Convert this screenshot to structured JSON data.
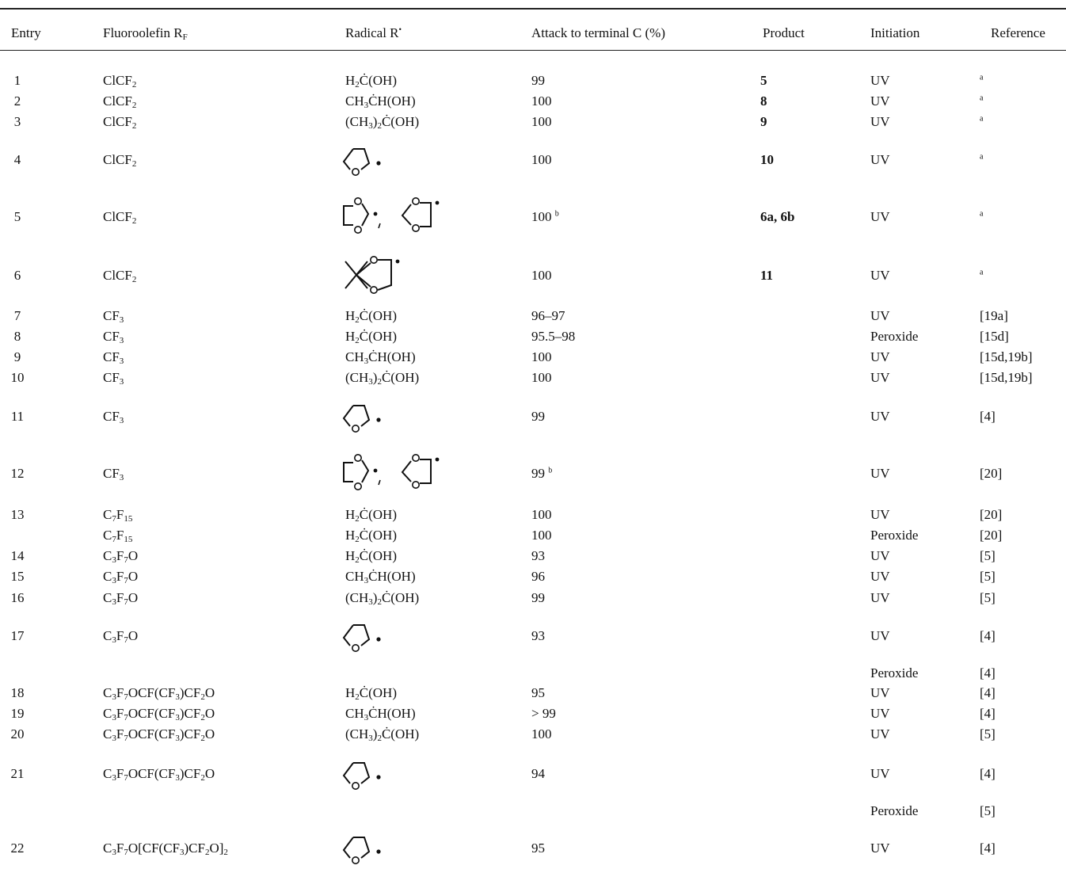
{
  "headers": {
    "entry": "Entry",
    "rf": "Fluoroolefin R",
    "rf_sub": "F",
    "radical": "Radical R",
    "radical_sup": "•",
    "attack": "Attack to terminal C (%)",
    "product": "Product",
    "initiation": "Initiation",
    "reference": "Reference"
  },
  "rows": [
    {
      "entry": "1",
      "rf_html": "ClCF<sub>2</sub>",
      "rad_html": "H<sub>2</sub>Ċ(OH)",
      "attack": "99",
      "product": "5",
      "init": "UV",
      "ref_html": "<sup>a</sup>"
    },
    {
      "entry": "2",
      "rf_html": "ClCF<sub>2</sub>",
      "rad_html": "CH<sub>3</sub>ĊH(OH)",
      "attack": "100",
      "product": "8",
      "init": "UV",
      "ref_html": "<sup>a</sup>"
    },
    {
      "entry": "3",
      "rf_html": "ClCF<sub>2</sub>",
      "rad_html": "(CH<sub>3</sub>)<sub>2</sub>Ċ(OH)",
      "attack": "100",
      "product": "9",
      "init": "UV",
      "ref_html": "<sup>a</sup>"
    },
    {
      "entry": "4",
      "rf_html": "ClCF<sub>2</sub>",
      "rad_mol": "thf",
      "attack": "100",
      "product": "10",
      "init": "UV",
      "ref_html": "<sup>a</sup>"
    },
    {
      "entry": "5",
      "rf_html": "ClCF<sub>2</sub>",
      "rad_mol": "dioxolane",
      "attack": "100",
      "attack_sup": "b",
      "product": "6a, 6b",
      "init": "UV",
      "ref_html": "<sup>a</sup>"
    },
    {
      "entry": "6",
      "rf_html": "ClCF<sub>2</sub>",
      "rad_mol": "dimethyldioxolane",
      "attack": "100",
      "product": "11",
      "init": "UV",
      "ref_html": "<sup>a</sup>"
    },
    {
      "entry": "7",
      "rf_html": "CF<sub>3</sub>",
      "rad_html": "H<sub>2</sub>Ċ(OH)",
      "attack": "96–97",
      "product": "",
      "init": "UV",
      "ref_html": "[19a]"
    },
    {
      "entry": "8",
      "rf_html": "CF<sub>3</sub>",
      "rad_html": "H<sub>2</sub>Ċ(OH)",
      "attack": "95.5–98",
      "product": "",
      "init": "Peroxide",
      "ref_html": "[15d]"
    },
    {
      "entry": "9",
      "rf_html": "CF<sub>3</sub>",
      "rad_html": "CH<sub>3</sub>ĊH(OH)",
      "attack": "100",
      "product": "",
      "init": "UV",
      "ref_html": "[15d,19b]"
    },
    {
      "entry": "10",
      "rf_html": "CF<sub>3</sub>",
      "rad_html": "(CH<sub>3</sub>)<sub>2</sub>Ċ(OH)",
      "attack": "100",
      "product": "",
      "init": "UV",
      "ref_html": "[15d,19b]"
    },
    {
      "entry": "11",
      "rf_html": "CF<sub>3</sub>",
      "rad_mol": "thf",
      "attack": "99",
      "product": "",
      "init": "UV",
      "ref_html": "[4]"
    },
    {
      "entry": "12",
      "rf_html": "CF<sub>3</sub>",
      "rad_mol": "dioxolane",
      "attack": "99",
      "attack_sup": "b",
      "product": "",
      "init": "UV",
      "ref_html": "[20]"
    },
    {
      "entry": "13",
      "rf_html": "C<sub>7</sub>F<sub>15</sub>",
      "rad_html": "H<sub>2</sub>Ċ(OH)",
      "attack": "100",
      "product": "",
      "init": "UV",
      "ref_html": "[20]"
    },
    {
      "entry": "",
      "rf_html": "C<sub>7</sub>F<sub>15</sub>",
      "rad_html": "H<sub>2</sub>Ċ(OH)",
      "attack": "100",
      "product": "",
      "init": "Peroxide",
      "ref_html": "[20]"
    },
    {
      "entry": "14",
      "rf_html": "C<sub>3</sub>F<sub>7</sub>O",
      "rad_html": "H<sub>2</sub>Ċ(OH)",
      "attack": "93",
      "product": "",
      "init": "UV",
      "ref_html": "[5]"
    },
    {
      "entry": "15",
      "rf_html": "C<sub>3</sub>F<sub>7</sub>O",
      "rad_html": "CH<sub>3</sub>ĊH(OH)",
      "attack": "96",
      "product": "",
      "init": "UV",
      "ref_html": "[5]"
    },
    {
      "entry": "16",
      "rf_html": "C<sub>3</sub>F<sub>7</sub>O",
      "rad_html": "(CH<sub>3</sub>)<sub>2</sub>Ċ(OH)",
      "attack": "99",
      "product": "",
      "init": "UV",
      "ref_html": "[5]"
    },
    {
      "entry": "17",
      "rf_html": "C<sub>3</sub>F<sub>7</sub>O",
      "rad_mol": "thf",
      "attack": "93",
      "product": "",
      "init": "UV",
      "ref_html": "[4]"
    },
    {
      "entry": "",
      "rf_html": "",
      "attack": "",
      "product": "",
      "init": "Peroxide",
      "ref_html": "[4]"
    },
    {
      "entry": "18",
      "rf_html": "C<sub>3</sub>F<sub>7</sub>OCF(CF<sub>3</sub>)CF<sub>2</sub>O",
      "rad_html": "H<sub>2</sub>Ċ(OH)",
      "attack": "95",
      "product": "",
      "init": "UV",
      "ref_html": "[4]"
    },
    {
      "entry": "19",
      "rf_html": "C<sub>3</sub>F<sub>7</sub>OCF(CF<sub>3</sub>)CF<sub>2</sub>O",
      "rad_html": "CH<sub>3</sub>ĊH(OH)",
      "attack": "> 99",
      "product": "",
      "init": "UV",
      "ref_html": "[4]"
    },
    {
      "entry": "20",
      "rf_html": "C<sub>3</sub>F<sub>7</sub>OCF(CF<sub>3</sub>)CF<sub>2</sub>O",
      "rad_html": "(CH<sub>3</sub>)<sub>2</sub>Ċ(OH)",
      "attack": "100",
      "product": "",
      "init": "UV",
      "ref_html": "[5]"
    },
    {
      "entry": "21",
      "rf_html": "C<sub>3</sub>F<sub>7</sub>OCF(CF<sub>3</sub>)CF<sub>2</sub>O",
      "rad_mol": "thf",
      "attack": "94",
      "product": "",
      "init": "UV",
      "ref_html": "[4]"
    },
    {
      "entry": "",
      "rf_html": "",
      "attack": "",
      "product": "",
      "init": "Peroxide",
      "ref_html": "[5]"
    },
    {
      "entry": "22",
      "rf_html": "C<sub>3</sub>F<sub>7</sub>O[CF(CF<sub>3</sub>)CF<sub>2</sub>O]<sub>2</sub>",
      "rad_mol": "thf",
      "attack": "95",
      "product": "",
      "init": "UV",
      "ref_html": "[4]"
    }
  ]
}
